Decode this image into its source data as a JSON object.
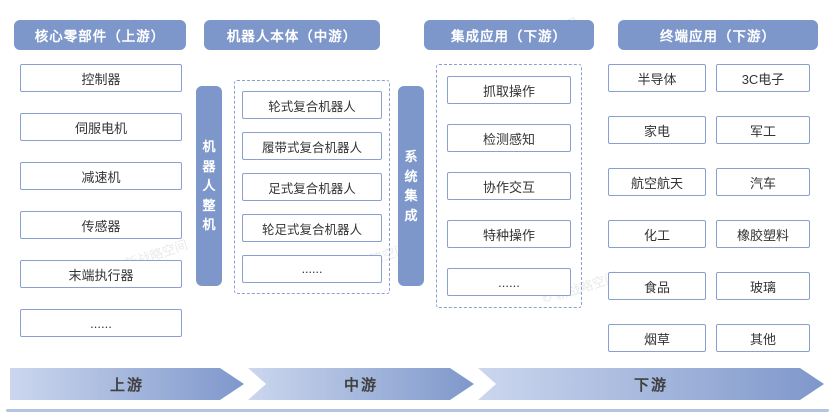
{
  "palette": {
    "accent_blue": "#7e97cb",
    "light_blue": "#ccd7ee",
    "box_border": "#8aa0d0",
    "box_text": "#333333",
    "arrow_text": "#404040"
  },
  "headers": [
    {
      "label": "核心零部件（上游）"
    },
    {
      "label": "机器人本体（中游）"
    },
    {
      "label": "集成应用（下游）"
    },
    {
      "label": "终端应用（下游）"
    }
  ],
  "upstream_components": [
    "控制器",
    "伺服电机",
    "减速机",
    "传感器",
    "末端执行器",
    "......"
  ],
  "robot_machine_bar": "机器人整机",
  "robot_types": [
    "轮式复合机器人",
    "履带式复合机器人",
    "足式复合机器人",
    "轮足式复合机器人",
    "......"
  ],
  "system_integration_bar": "系统集成",
  "integration_applications": [
    "抓取操作",
    "检测感知",
    "协作交互",
    "特种操作",
    "......"
  ],
  "terminal_applications": {
    "left": [
      "半导体",
      "家电",
      "航空航天",
      "化工",
      "食品",
      "烟草"
    ],
    "right": [
      "3C电子",
      "军工",
      "汽车",
      "橡胶塑料",
      "玻璃",
      "其他"
    ]
  },
  "flow_arrows": [
    "上游",
    "中游",
    "下游"
  ],
  "watermark": {
    "icon": "↻",
    "text": "新战略空间"
  }
}
